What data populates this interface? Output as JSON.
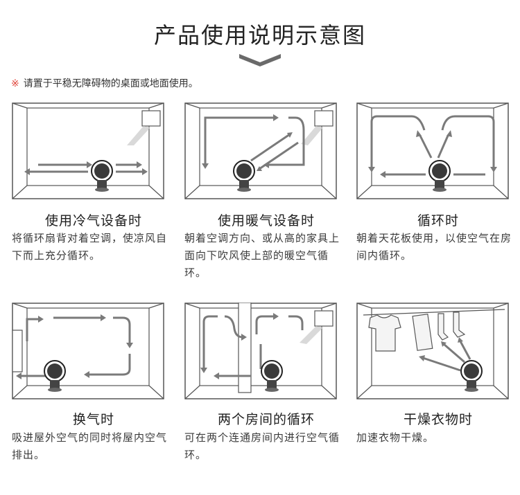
{
  "page": {
    "title": "产品使用说明示意图",
    "note_mark": "※",
    "note_text": "请置于平稳无障碍物的桌面或地面使用。"
  },
  "cards": [
    {
      "title": "使用冷气设备时",
      "desc": "将循环扇背对着空调，使凉风自下而上充分循环。"
    },
    {
      "title": "使用暖气设备时",
      "desc": "朝着空调方向、或从高的家具上面向下吹风使上部的暖空气循环。"
    },
    {
      "title": "循环时",
      "desc": "朝着天花板使用，以使空气在房间内循环。"
    },
    {
      "title": "换气时",
      "desc": "吸进屋外空气的同时将屋内空气排出。"
    },
    {
      "title": "两个房间的循环",
      "desc": "可在两个连通房间内进行空气循环。"
    },
    {
      "title": "干燥衣物时",
      "desc": "加速衣物干燥。"
    }
  ],
  "colors": {
    "accent_red": "#e0473c",
    "arrow_gray": "#7a7a7a",
    "line": "#555555"
  }
}
